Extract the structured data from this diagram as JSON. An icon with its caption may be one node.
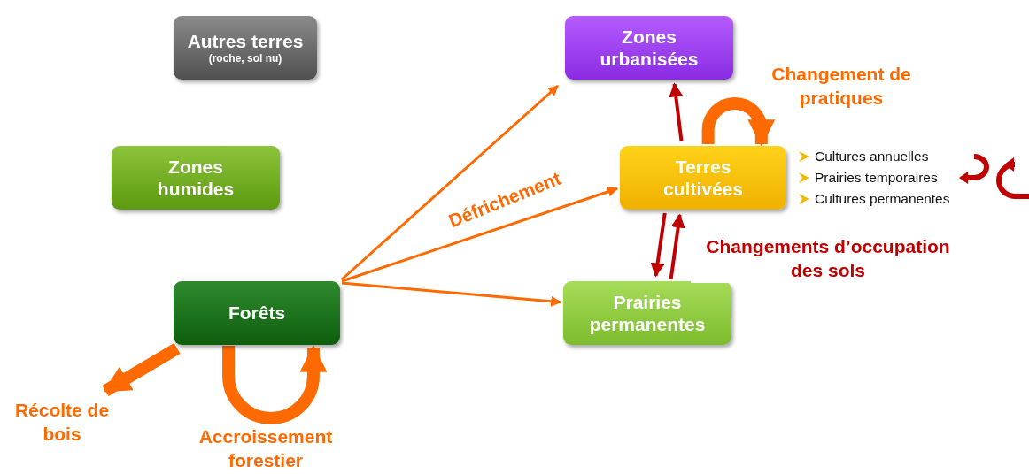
{
  "diagram": {
    "nodes": [
      {
        "text": [
          "Autres terres",
          "(roche, sol nu)"
        ]
      },
      {
        "text": [
          "Zones urbanisées"
        ]
      },
      {
        "text": [
          "Zones humides"
        ]
      },
      {
        "text": [
          "Terres cultivées"
        ],
        "beside": [
          "Cultures annuelles",
          "Prairies temporaires",
          "Cultures permanentes"
        ]
      },
      {
        "text": [
          "Forêts"
        ]
      },
      {
        "text": [
          "Prairies permanentes"
        ]
      },
      {
        "text": [
          "Récolte de bois"
        ]
      }
    ],
    "edges": [
      {
        "from": 4,
        "to": 1,
        "arrow": "to"
      },
      {
        "from": 4,
        "to": 3,
        "arrow": "to",
        "label": "Défrichement"
      },
      {
        "from": 4,
        "to": 5,
        "arrow": "to"
      },
      {
        "from": 3,
        "to": 1,
        "arrow": "to",
        "color": "#c00000"
      },
      {
        "from": 3,
        "to": 5,
        "arrow": "to",
        "color": "#c00000"
      },
      {
        "from": 5,
        "to": 3,
        "arrow": "to",
        "color": "#c00000",
        "label": "Changements d’occupation des sols"
      },
      {
        "from": 3,
        "to": 3,
        "arrow": "to",
        "style": "thick",
        "label": "Changement de pratiques"
      },
      {
        "from": 4,
        "to": 6,
        "arrow": "to",
        "style": "thick"
      },
      {
        "from": 4,
        "to": 4,
        "arrow": "to",
        "style": "thick",
        "label": "Accroissement forestier"
      }
    ]
  }
}
